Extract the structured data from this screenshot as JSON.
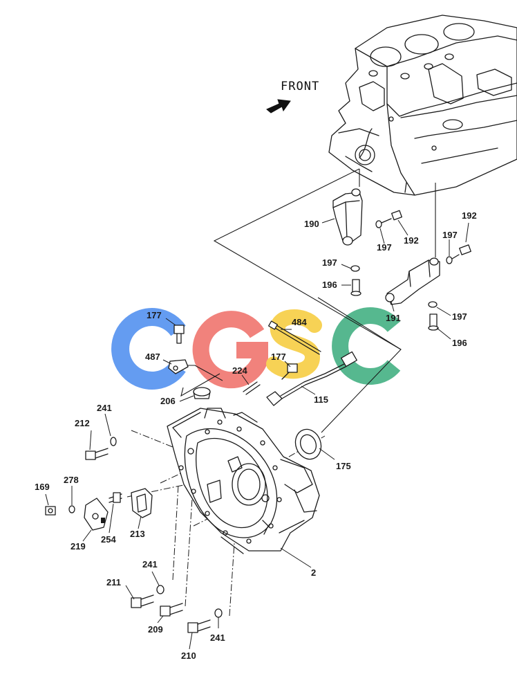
{
  "diagram": {
    "front_label": "FRONT",
    "watermark": {
      "letters": [
        "C",
        "G",
        "S",
        "C"
      ],
      "colors": [
        "#4f8ff0",
        "#f0716a",
        "#f7cc3e",
        "#3fae80"
      ]
    },
    "parts": [
      {
        "num": "190"
      },
      {
        "num": "192"
      },
      {
        "num": "197"
      },
      {
        "num": "192"
      },
      {
        "num": "197"
      },
      {
        "num": "197"
      },
      {
        "num": "196"
      },
      {
        "num": "191"
      },
      {
        "num": "197"
      },
      {
        "num": "196"
      },
      {
        "num": "177"
      },
      {
        "num": "484"
      },
      {
        "num": "487"
      },
      {
        "num": "224"
      },
      {
        "num": "177"
      },
      {
        "num": "115"
      },
      {
        "num": "206"
      },
      {
        "num": "241"
      },
      {
        "num": "212"
      },
      {
        "num": "175"
      },
      {
        "num": "169"
      },
      {
        "num": "278"
      },
      {
        "num": "219"
      },
      {
        "num": "254"
      },
      {
        "num": "213"
      },
      {
        "num": "2"
      },
      {
        "num": "241"
      },
      {
        "num": "211"
      },
      {
        "num": "209"
      },
      {
        "num": "241"
      },
      {
        "num": "210"
      }
    ]
  }
}
